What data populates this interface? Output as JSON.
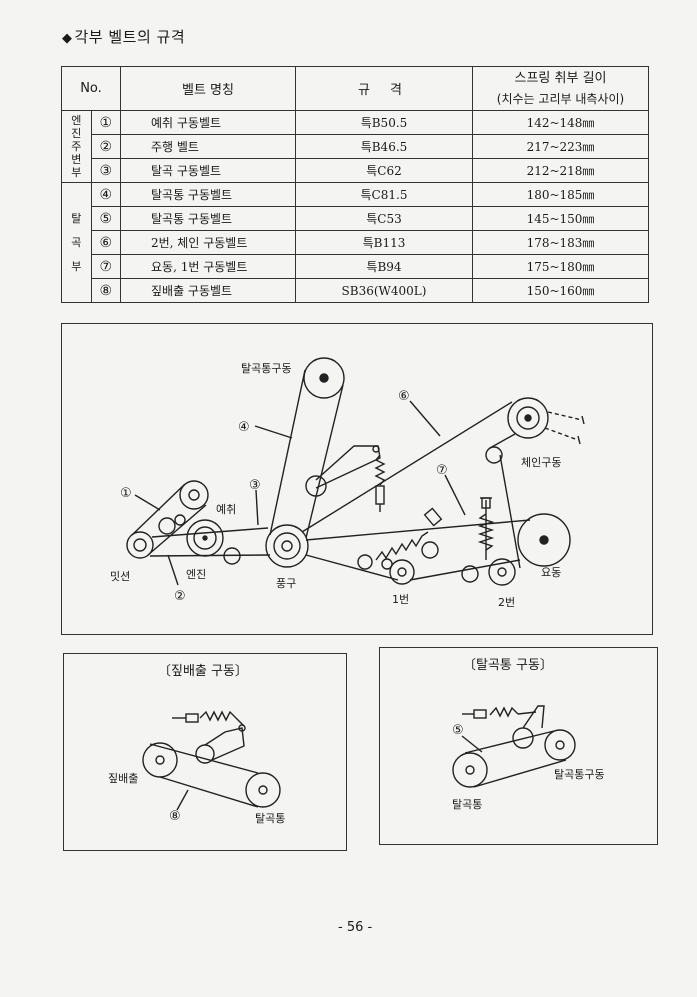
{
  "title": "각부 벨트의 규격",
  "table": {
    "headers": {
      "no": "No.",
      "name": "벨트 명칭",
      "spec": "규 격",
      "length_line1": "스프링 취부 길이",
      "length_line2": "(치수는 고리부 내측사이)"
    },
    "groups": [
      {
        "label": [
          "엔",
          "진",
          "주",
          "변",
          "부"
        ]
      },
      {
        "label": [
          "탈",
          "곡",
          "부"
        ]
      }
    ],
    "rows": [
      {
        "num": "①",
        "name": "예취 구동벨트",
        "spec": "특B50.5",
        "length": "142~148㎜"
      },
      {
        "num": "②",
        "name": "주행 벨트",
        "spec": "특B46.5",
        "length": "217~223㎜"
      },
      {
        "num": "③",
        "name": "탈곡 구동벨트",
        "spec": "특C62",
        "length": "212~218㎜"
      },
      {
        "num": "④",
        "name": "탈곡통 구동벨트",
        "spec": "특C81.5",
        "length": "180~185㎜"
      },
      {
        "num": "⑤",
        "name": "탈곡통 구동벨트",
        "spec": "특C53",
        "length": "145~150㎜"
      },
      {
        "num": "⑥",
        "name": "2번, 체인 구동벨트",
        "spec": "특B113",
        "length": "178~183㎜"
      },
      {
        "num": "⑦",
        "name": "요동, 1번 구동벨트",
        "spec": "특B94",
        "length": "175~180㎜"
      },
      {
        "num": "⑧",
        "name": "짚배출 구동벨트",
        "spec": "SB36(W400L)",
        "length": "150~160㎜"
      }
    ]
  },
  "main_diagram": {
    "labels": {
      "threshing_drive": "탈곡통구동",
      "chain_drive": "체인구동",
      "reaping": "예취",
      "mission": "밋션",
      "engine": "엔진",
      "fan": "풍구",
      "first": "1번",
      "second": "2번",
      "shaking": "요동"
    },
    "callouts": [
      "①",
      "②",
      "③",
      "④",
      "⑥",
      "⑦"
    ]
  },
  "straw_diagram": {
    "caption": "〔짚배출 구동〕",
    "labels": {
      "straw": "짚배출",
      "drum": "탈곡통"
    },
    "callout": "⑧"
  },
  "drum_diagram": {
    "caption": "〔탈곡통 구동〕",
    "labels": {
      "drive": "탈곡통구동",
      "drum": "탈곡통"
    },
    "callout": "⑤"
  },
  "page_number": "- 56 -"
}
